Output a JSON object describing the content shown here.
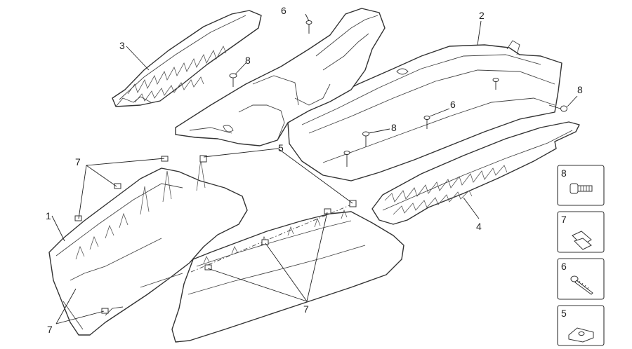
{
  "callouts": {
    "c1": "1",
    "c2": "2",
    "c3": "3",
    "c4": "4",
    "c5a": "5",
    "c6a": "6",
    "c6b": "6",
    "c7a": "7",
    "c7b": "7",
    "c7c": "7",
    "c8a": "8",
    "c8b": "8",
    "c8c": "8"
  },
  "legend": [
    {
      "number": "8",
      "icon": "screw-icon"
    },
    {
      "number": "7",
      "icon": "clip-nut-icon"
    },
    {
      "number": "6",
      "icon": "self-tapping-screw-icon"
    },
    {
      "number": "5",
      "icon": "spring-nut-icon"
    }
  ]
}
